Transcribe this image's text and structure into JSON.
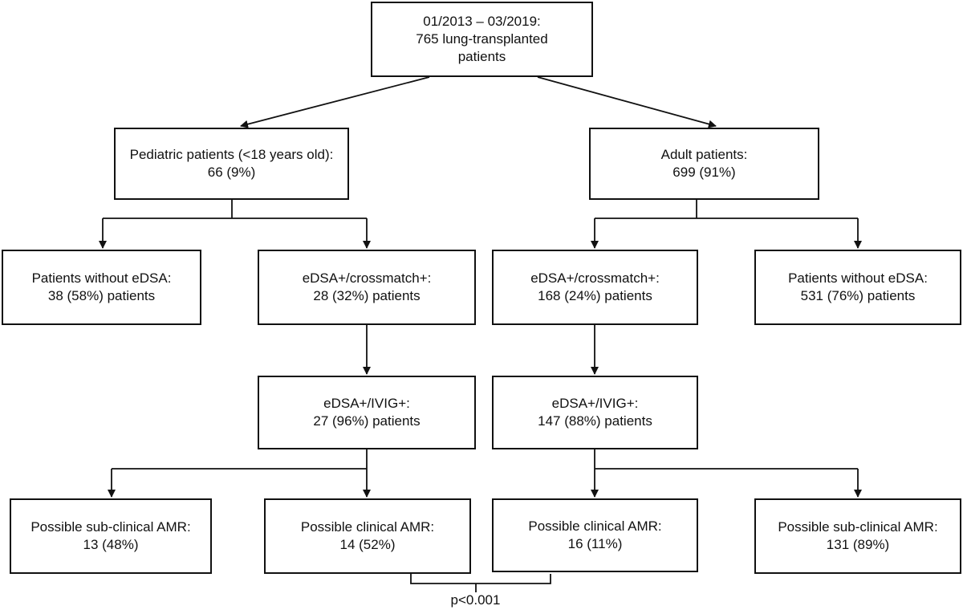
{
  "nodes": [
    {
      "id": "root",
      "lines": [
        "01/2013 – 03/2019:",
        "765 lung-transplanted",
        "patients"
      ]
    },
    {
      "id": "pediatric",
      "lines": [
        "Pediatric patients (<18 years old):",
        "66 (9%)"
      ]
    },
    {
      "id": "adult",
      "lines": [
        "Adult patients:",
        "699 (91%)"
      ]
    },
    {
      "id": "ped-no-edsa",
      "lines": [
        "Patients without eDSA:",
        "38 (58%) patients"
      ]
    },
    {
      "id": "ped-edsa-crossmatch",
      "lines": [
        "eDSA+/crossmatch+:",
        "28 (32%) patients"
      ]
    },
    {
      "id": "adult-edsa-crossmatch",
      "lines": [
        "eDSA+/crossmatch+:",
        "168 (24%) patients"
      ]
    },
    {
      "id": "adult-no-edsa",
      "lines": [
        "Patients without eDSA:",
        "531 (76%) patients"
      ]
    },
    {
      "id": "ped-edsa-ivig",
      "lines": [
        "eDSA+/IVIG+:",
        "27 (96%) patients"
      ]
    },
    {
      "id": "adult-edsa-ivig",
      "lines": [
        "eDSA+/IVIG+:",
        "147 (88%) patients"
      ]
    },
    {
      "id": "ped-subclinical-amr",
      "lines": [
        "Possible sub-clinical AMR:",
        "13 (48%)"
      ]
    },
    {
      "id": "ped-clinical-amr",
      "lines": [
        "Possible clinical AMR:",
        "14 (52%)"
      ]
    },
    {
      "id": "adult-clinical-amr",
      "lines": [
        "Possible clinical AMR:",
        "16 (11%)"
      ]
    },
    {
      "id": "adult-subclinical-amr",
      "lines": [
        "Possible sub-clinical AMR:",
        "131 (89%)"
      ]
    }
  ],
  "edges": [
    {
      "from": "root",
      "to": "pediatric"
    },
    {
      "from": "root",
      "to": "adult"
    },
    {
      "from": "pediatric",
      "to": "ped-no-edsa"
    },
    {
      "from": "pediatric",
      "to": "ped-edsa-crossmatch"
    },
    {
      "from": "adult",
      "to": "adult-edsa-crossmatch"
    },
    {
      "from": "adult",
      "to": "adult-no-edsa"
    },
    {
      "from": "ped-edsa-crossmatch",
      "to": "ped-edsa-ivig"
    },
    {
      "from": "adult-edsa-crossmatch",
      "to": "adult-edsa-ivig"
    },
    {
      "from": "ped-edsa-ivig",
      "to": "ped-subclinical-amr"
    },
    {
      "from": "ped-edsa-ivig",
      "to": "ped-clinical-amr"
    },
    {
      "from": "adult-edsa-ivig",
      "to": "adult-clinical-amr"
    },
    {
      "from": "adult-edsa-ivig",
      "to": "adult-subclinical-amr"
    }
  ],
  "comparison": {
    "between": [
      "ped-clinical-amr",
      "adult-clinical-amr"
    ],
    "label": "p<0.001"
  }
}
